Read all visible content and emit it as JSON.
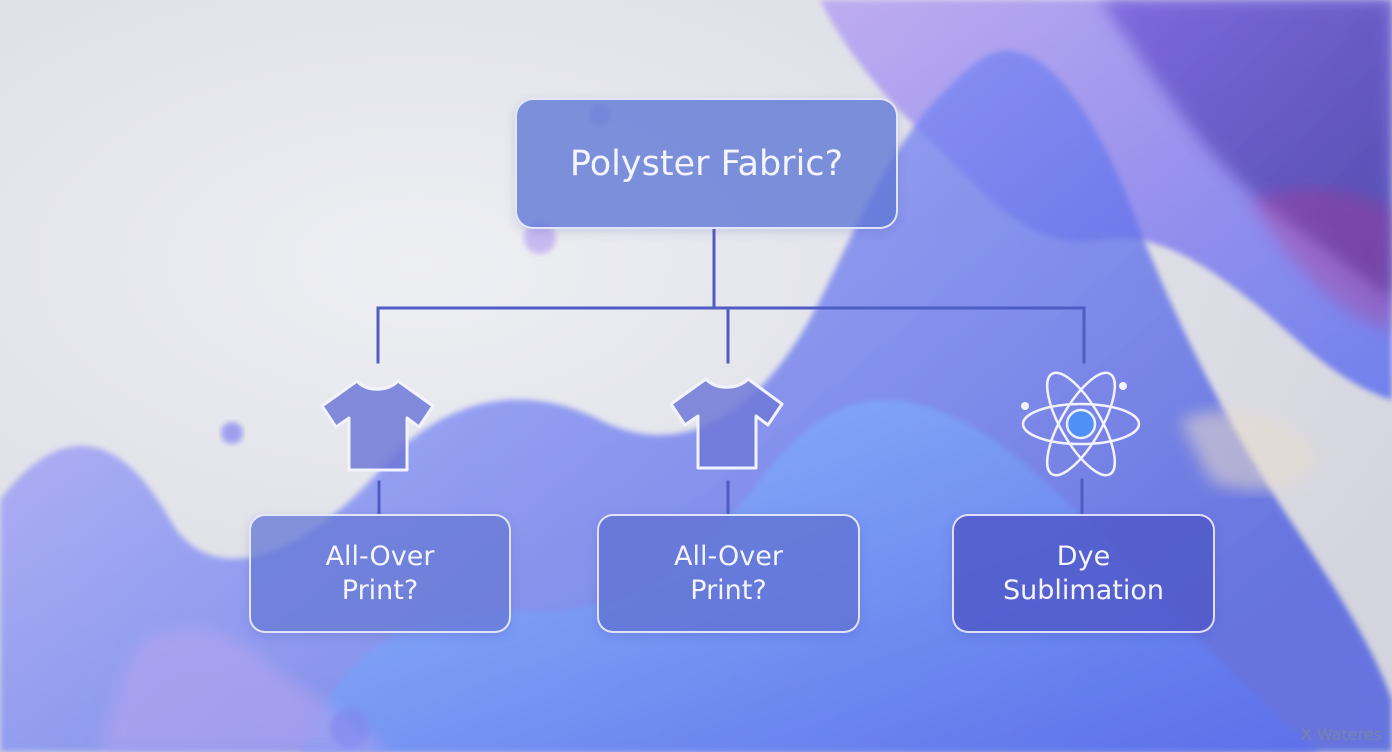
{
  "diagram": {
    "root": {
      "label": "Polyster Fabric?"
    },
    "branches": [
      {
        "label": "All-Over\nPrint?",
        "icon": "t-shirt-icon"
      },
      {
        "label": "All-Over\nPrint?",
        "icon": "t-shirt-icon"
      },
      {
        "label": "Dye\nSublimation",
        "icon": "atom-icon"
      }
    ]
  },
  "watermark": "X Wateres",
  "colors": {
    "node_fill": "#6a7ad6",
    "connector": "#4e5cc4",
    "liquid_purple": "#9b7cf0",
    "liquid_blue": "#5b7cf5",
    "background": "#e4e5ea"
  }
}
